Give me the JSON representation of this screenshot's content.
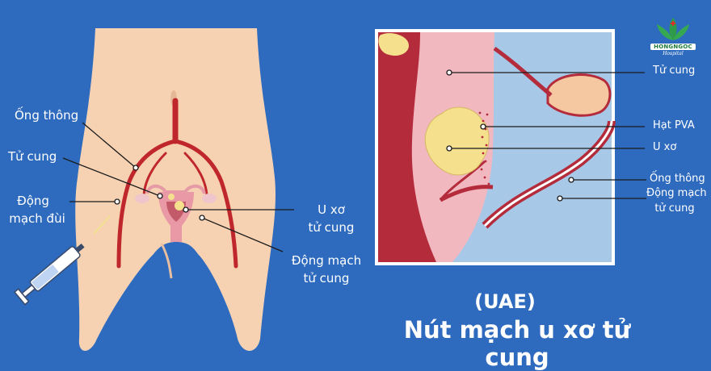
{
  "logo": {
    "name": "HONGNGOC",
    "tagline": "Hospital"
  },
  "left_labels": {
    "catheter": "Ống thông",
    "uterus": "Tử cung",
    "femoral_artery_line1": "Động",
    "femoral_artery_line2": "mạch đùi",
    "fibroid_line1": "U xơ",
    "fibroid_line2": "tử cung",
    "uterine_artery_line1": "Động mạch",
    "uterine_artery_line2": "tử cung"
  },
  "right_labels": {
    "uterus": "Tử cung",
    "pva": "Hạt PVA",
    "fibroid": "U xơ",
    "catheter": "Ống thông",
    "uterine_artery_line1": "Động mạch",
    "uterine_artery_line2": "tử cung"
  },
  "title": {
    "abbr": "(UAE)",
    "main": "Nút mạch u xơ tử cung"
  },
  "colors": {
    "background": "#2e6bbf",
    "skin": "#f6d2b2",
    "artery": "#c0272d",
    "fibroid": "#f5e08e",
    "tissue": "#f2b8c0"
  }
}
